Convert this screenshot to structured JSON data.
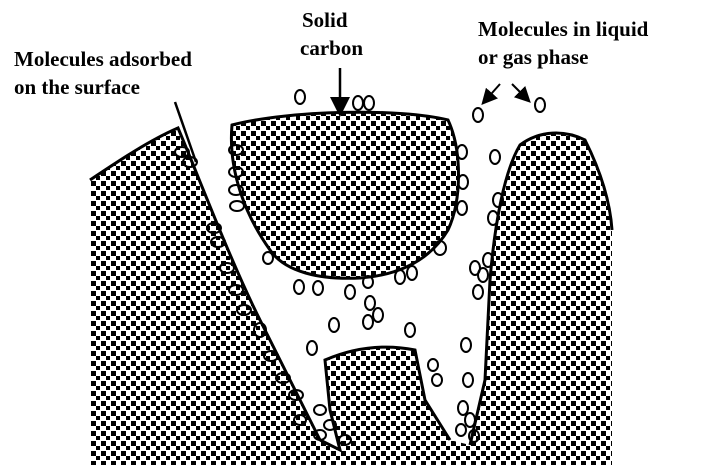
{
  "labels": {
    "solid_carbon_line1": "Solid",
    "solid_carbon_line2": "carbon",
    "adsorbed_line1": "Molecules adsorbed",
    "adsorbed_line2": "on the surface",
    "phase_line1": "Molecules in liquid",
    "phase_line2": "or gas phase"
  },
  "colors": {
    "ink": "#000000",
    "background": "#ffffff"
  }
}
